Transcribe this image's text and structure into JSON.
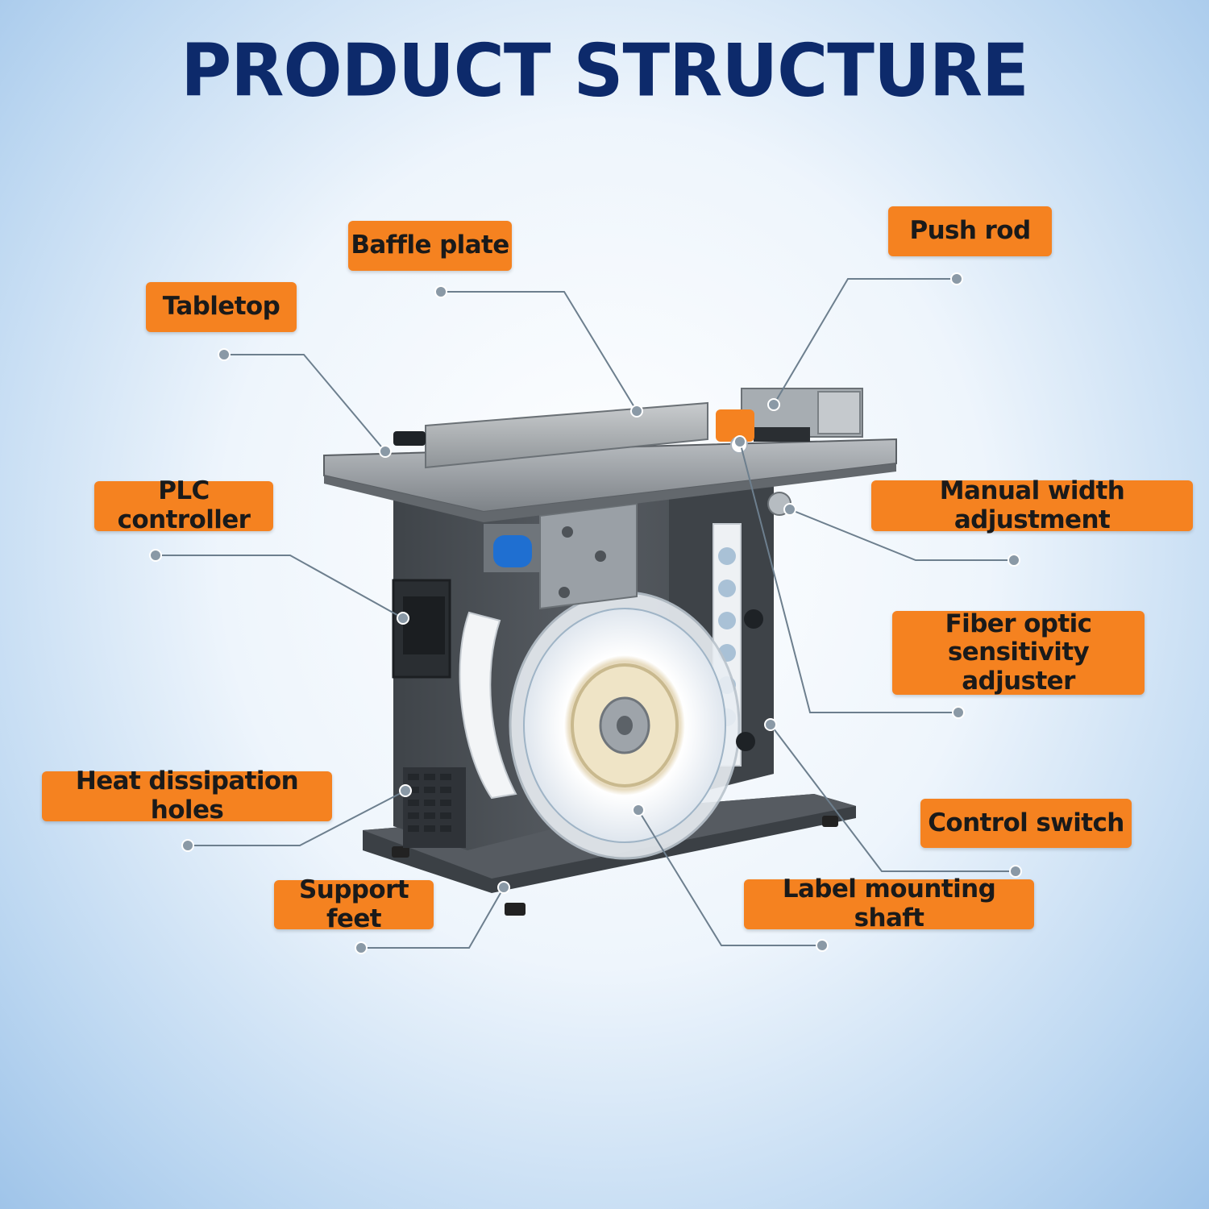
{
  "title": "PRODUCT STRUCTURE",
  "labels": {
    "baffle_plate": "Baffle plate",
    "push_rod": "Push rod",
    "tabletop": "Tabletop",
    "plc_controller": "PLC controller",
    "manual_width_adjustment": "Manual width adjustment",
    "fiber_optic_line1": "Fiber optic",
    "fiber_optic_line2": "sensitivity adjuster",
    "heat_dissipation_holes": "Heat dissipation holes",
    "control_switch": "Control switch",
    "support_feet": "Support feet",
    "label_mounting_shaft": "Label mounting shaft"
  },
  "colors": {
    "title": "#0d2a6b",
    "label_background": "#f58220",
    "label_text": "#1a1a1a",
    "leader_line": "#6d7f8e",
    "machine_body": "#4b5056",
    "tabletop_steel": "#8e9398"
  }
}
